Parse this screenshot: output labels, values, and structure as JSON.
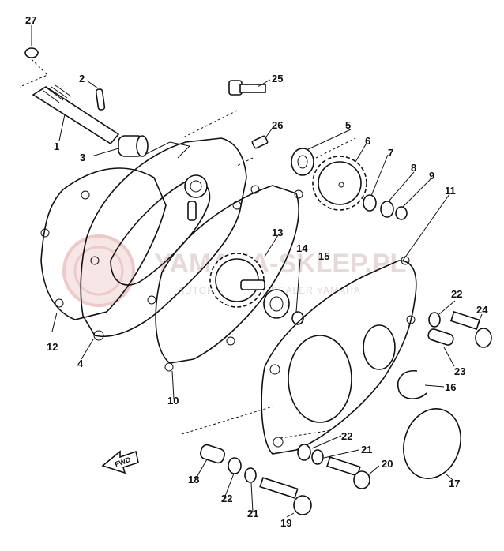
{
  "watermark": {
    "brand": "YAMAHA-SKLEP.PL",
    "tagline": "AUTORYZOWANY DEALER YAMAHA"
  },
  "fwd_label": "FWD",
  "callouts": [
    "1",
    "2",
    "3",
    "4",
    "5",
    "6",
    "7",
    "8",
    "9",
    "10",
    "11",
    "12",
    "13",
    "14",
    "15",
    "16",
    "17",
    "18",
    "19",
    "20",
    "21",
    "22",
    "23",
    "24",
    "25",
    "26",
    "27"
  ]
}
